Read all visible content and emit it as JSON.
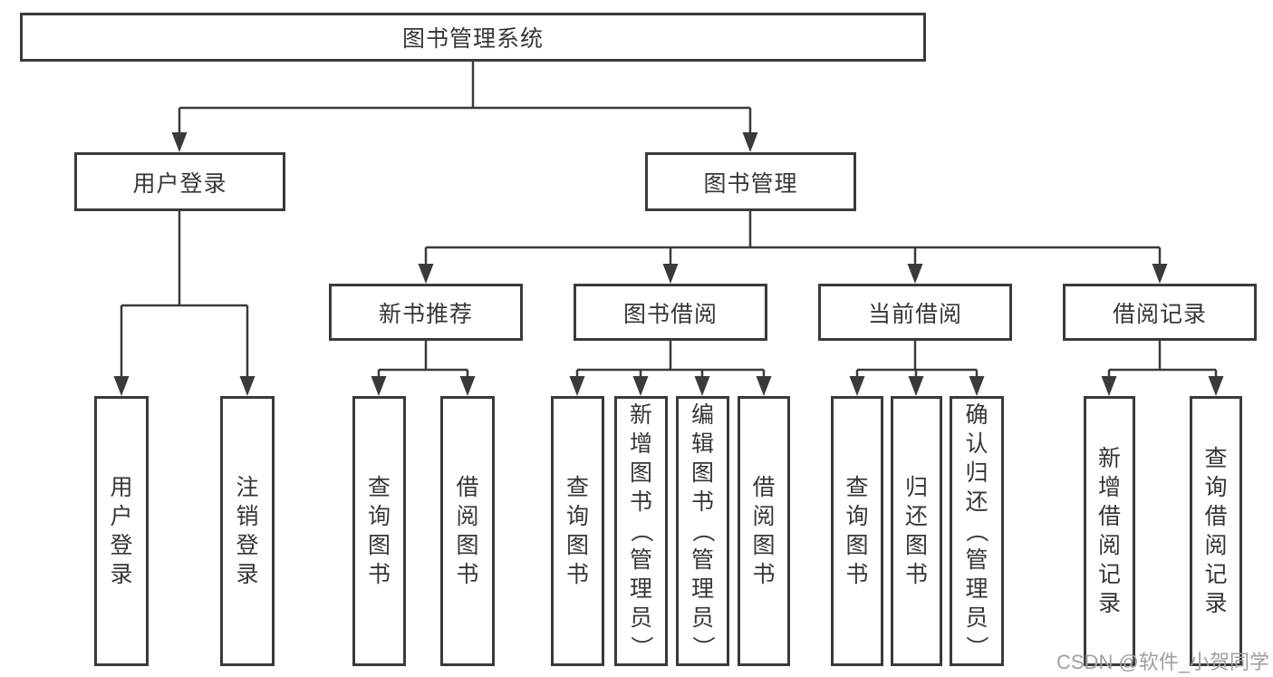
{
  "tree": {
    "root": {
      "label": "图书管理系统"
    },
    "branches": [
      {
        "label": "用户登录",
        "children": [
          {
            "label": "用户登录"
          },
          {
            "label": "注销登录"
          }
        ]
      },
      {
        "label": "图书管理",
        "children": [
          {
            "label": "新书推荐",
            "children": [
              {
                "label": "查询图书"
              },
              {
                "label": "借阅图书"
              }
            ]
          },
          {
            "label": "图书借阅",
            "children": [
              {
                "label": "查询图书"
              },
              {
                "label": "新增图书（管理员）"
              },
              {
                "label": "编辑图书（管理员）"
              },
              {
                "label": "借阅图书"
              }
            ]
          },
          {
            "label": "当前借阅",
            "children": [
              {
                "label": "查询图书"
              },
              {
                "label": "归还图书"
              },
              {
                "label": "确认归还（管理员）"
              }
            ]
          },
          {
            "label": "借阅记录",
            "children": [
              {
                "label": "新增借阅记录"
              },
              {
                "label": "查询借阅记录"
              }
            ]
          }
        ]
      }
    ]
  },
  "watermark": "CSDN @软件_小贺同学",
  "colors": {
    "line": "#3a3a3a",
    "text": "#363636",
    "watermark": "#9e9e9e"
  }
}
